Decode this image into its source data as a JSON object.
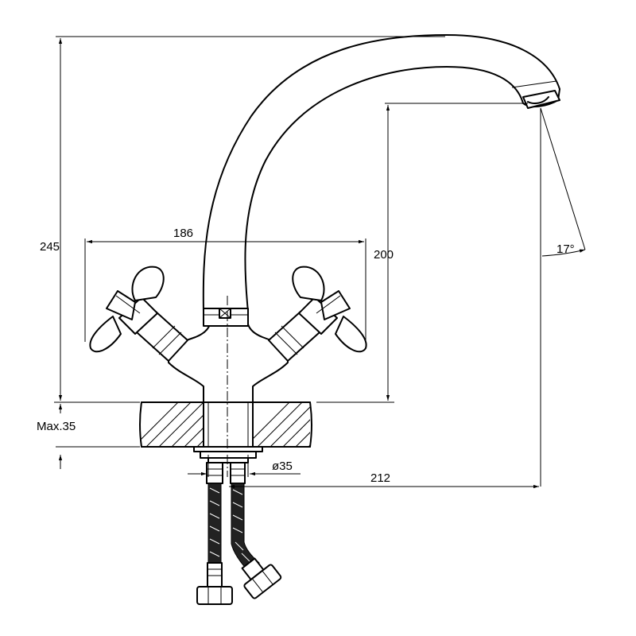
{
  "dimensions": {
    "total_height": "245",
    "handle_span": "186",
    "spout_height": "200",
    "spout_angle": "17°",
    "max_thickness": "Max.35",
    "hole_diameter": "ø35",
    "spout_reach": "212"
  }
}
